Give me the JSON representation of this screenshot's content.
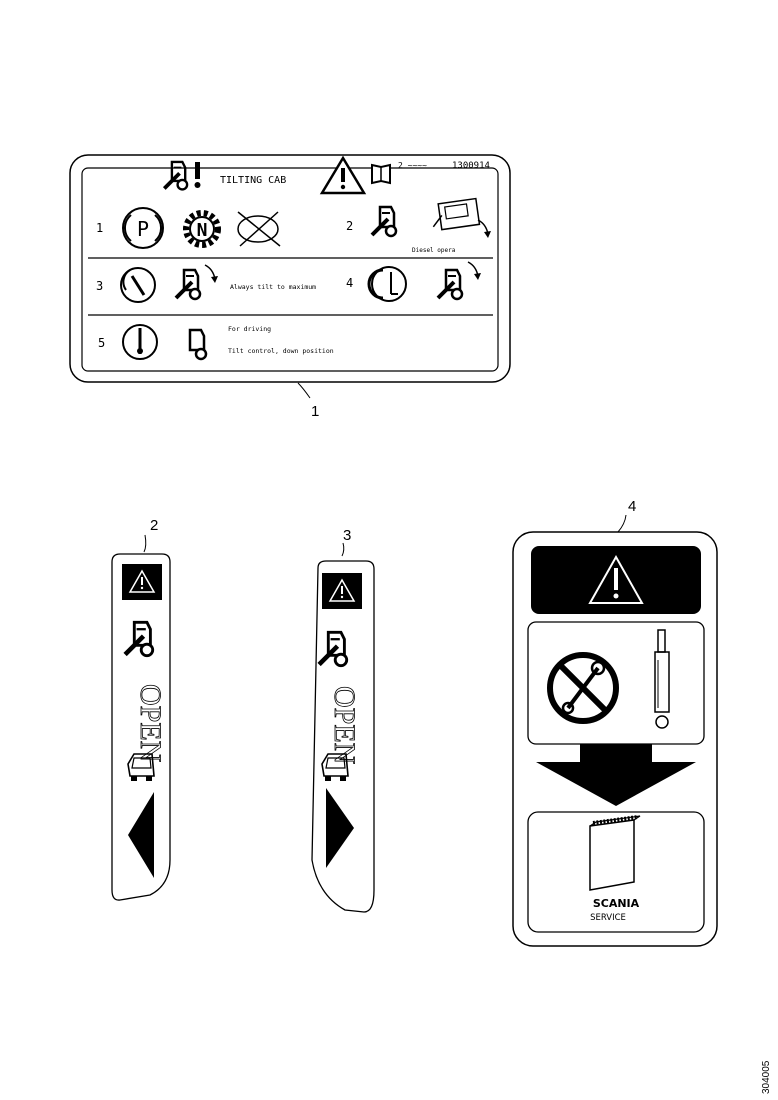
{
  "sticker_1": {
    "title": "TILTING CAB",
    "part_no_prefix": "2 ~~~~",
    "part_no": "1300914",
    "rows": [
      {
        "step": "1"
      },
      {
        "step": "2",
        "note": "Diesel opera"
      },
      {
        "step": "3",
        "note": "Always tilt to maximum"
      },
      {
        "step": "4"
      },
      {
        "step": "5",
        "notes": [
          "For driving",
          "Tilt control, down position"
        ]
      }
    ]
  },
  "park_symbol": "P",
  "neutral_symbol": "N",
  "strip_text": "OPEN",
  "brand": {
    "name": "SCANIA",
    "sub": "SERVICE"
  },
  "callouts": [
    "1",
    "2",
    "3",
    "4"
  ],
  "figure_id": "304005"
}
